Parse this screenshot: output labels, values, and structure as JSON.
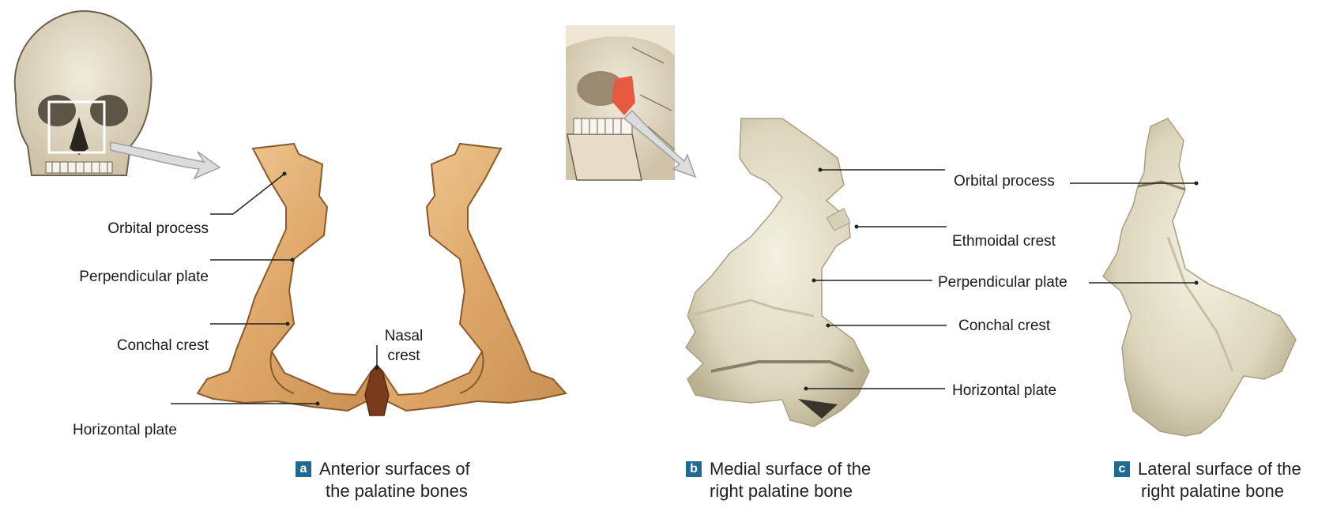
{
  "panel_a": {
    "badge": "a",
    "caption_line1": "Anterior surfaces of",
    "caption_line2": "the palatine bones",
    "labels": {
      "orbital_process": "Orbital process",
      "perpendicular_plate": "Perpendicular plate",
      "conchal_crest": "Conchal crest",
      "horizontal_plate": "Horizontal plate",
      "nasal_crest_line1": "Nasal",
      "nasal_crest_line2": "crest"
    }
  },
  "panel_b": {
    "badge": "b",
    "caption_line1": "Medial surface of the",
    "caption_line2": "right palatine bone",
    "labels": {
      "orbital_process": "Orbital process",
      "ethmoidal_crest": "Ethmoidal crest",
      "perpendicular_plate": "Perpendicular plate",
      "conchal_crest": "Conchal crest",
      "horizontal_plate": "Horizontal plate"
    }
  },
  "panel_c": {
    "badge": "c",
    "caption_line1": "Lateral surface of the",
    "caption_line2": "right palatine bone"
  },
  "colors": {
    "badge": "#1e6a93",
    "bone_illustration": "#e3b57c",
    "bone_photo": "#e7e2cc",
    "highlight": "#e85a3f"
  }
}
